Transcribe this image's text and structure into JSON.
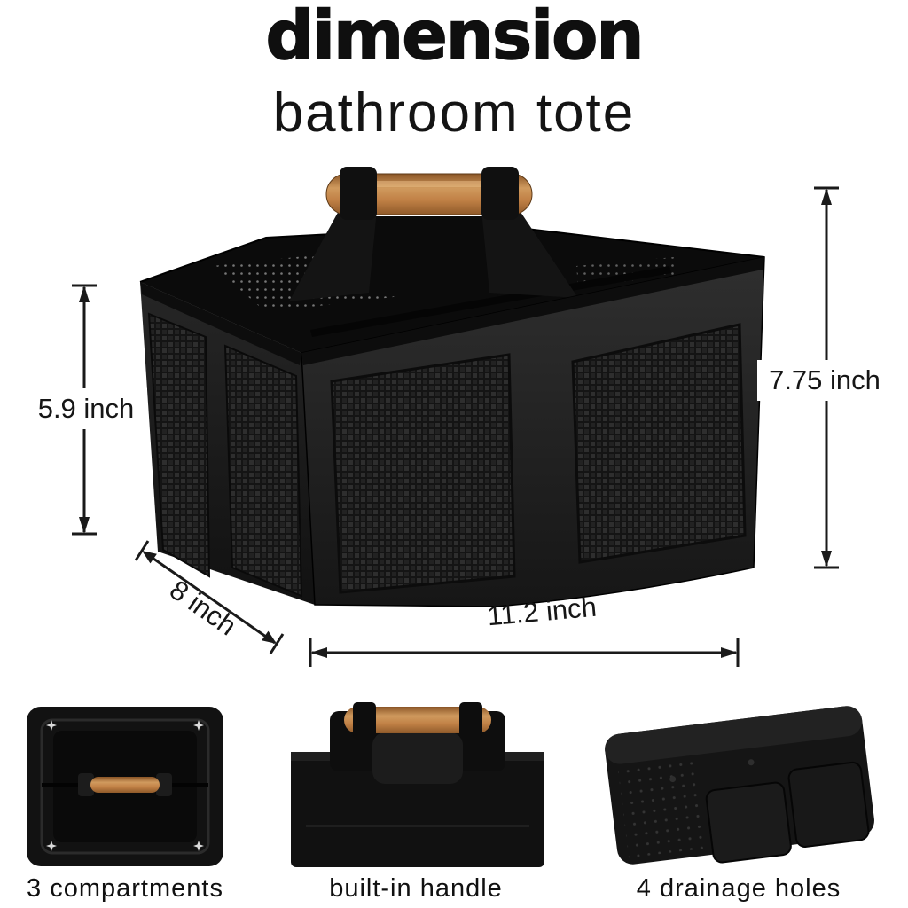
{
  "title": {
    "main": "dimension",
    "subtitle": "bathroom tote"
  },
  "dimensions": {
    "left_height": "5.9 inch",
    "right_height": "7.75 inch",
    "depth": "8 inch",
    "width": "11.2 inch"
  },
  "features": [
    {
      "label": "3 compartments"
    },
    {
      "label": "built-in handle"
    },
    {
      "label": "4 drainage holes"
    }
  ],
  "colors": {
    "background": "#ffffff",
    "text": "#111111",
    "product_black": "#1a1a1a",
    "wood": "#c08045"
  }
}
